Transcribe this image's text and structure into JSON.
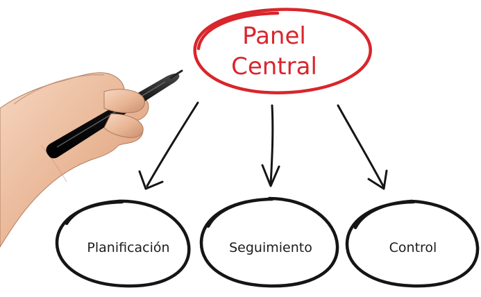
{
  "diagram": {
    "root": {
      "line1": "Panel",
      "line2": "Central",
      "color": "#d8262c"
    },
    "children": [
      {
        "label": "Planificación"
      },
      {
        "label": "Seguimiento"
      },
      {
        "label": "Control"
      }
    ],
    "stroke_color": "#151515"
  }
}
